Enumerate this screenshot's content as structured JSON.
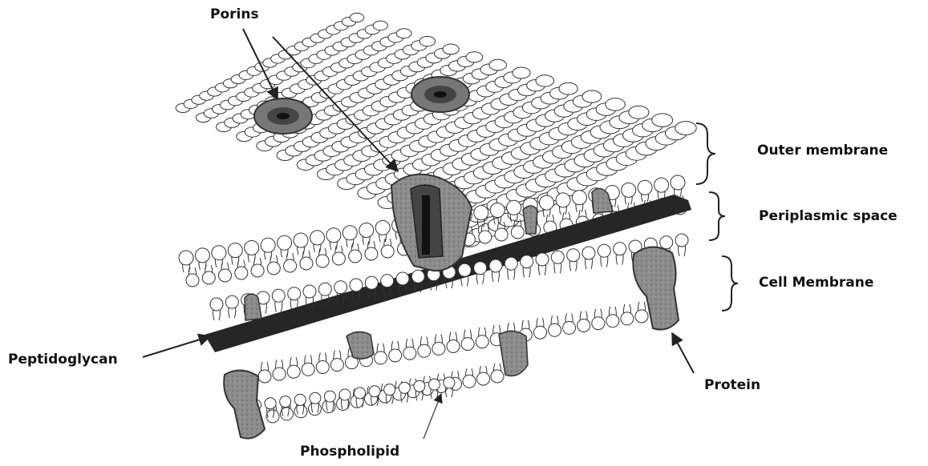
{
  "labels": {
    "porins": "Porins",
    "outer_membrane": "Outer membrane",
    "periplasmic_space": "Periplasmic space",
    "cell_membrane": "Cell Membrane",
    "peptidoglycan": "Peptidoglycan",
    "protein": "Protein",
    "phospholipid": "Phospholipid"
  },
  "colors": {
    "peptidoglycan": "#2a2a2a",
    "protein": "#8a8a8a",
    "porin_ring": "#6e6e6e",
    "lipid_head": "#ffffff",
    "outline": "#333333"
  }
}
